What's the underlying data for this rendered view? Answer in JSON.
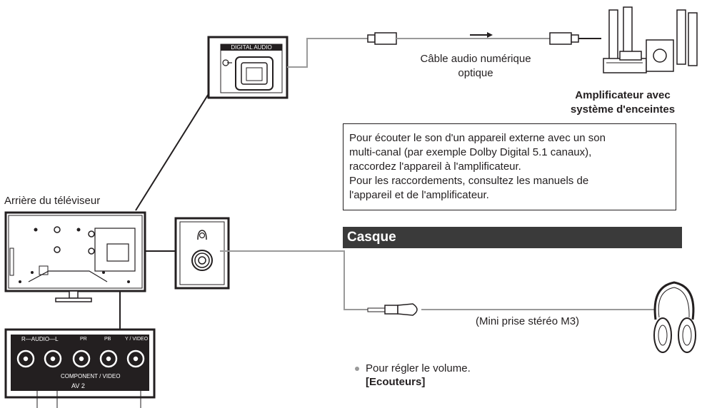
{
  "tv": {
    "rear_label": "Arrière du téléviseur"
  },
  "digital_audio": {
    "port_label": "DIGITAL AUDIO",
    "cable_label_line1": "Câble audio numérique",
    "cable_label_line2": "optique",
    "arrow": "right"
  },
  "amplifier": {
    "label_line1": "Amplificateur avec",
    "label_line2": "système d'enceintes"
  },
  "info": {
    "lines": [
      "Pour écouter le son d'un appareil externe avec un son",
      "multi-canal (par exemple Dolby Digital 5.1 canaux),",
      "raccordez l'appareil à l'amplificateur.",
      "Pour les raccordements, consultez les manuels de",
      "l'appareil et de l'amplificateur."
    ]
  },
  "casque": {
    "header": "Casque",
    "plug_label": "(Mini prise stéréo M3)",
    "bullet_text": "Pour régler le volume.",
    "bullet_key": "[Ecouteurs]"
  },
  "av_panel": {
    "audio_label": "R—AUDIO—L",
    "pr_label": "PR",
    "pb_label": "PB",
    "yvideo_label": "Y / VIDEO",
    "component_label": "COMPONENT / VIDEO",
    "av_label": "AV 2"
  },
  "colors": {
    "ink": "#231f20",
    "cable": "#9a9a9a",
    "header_bg": "#3a3a3a"
  }
}
